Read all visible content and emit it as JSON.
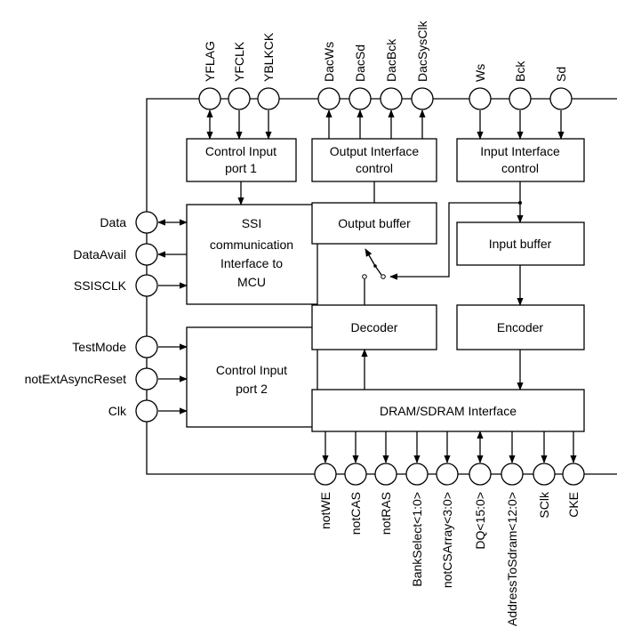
{
  "top_pins": [
    "YFLAG",
    "YFCLK",
    "YBLKCK",
    "DacWs",
    "DacSd",
    "DacBck",
    "DacSysClk",
    "Ws",
    "Bck",
    "Sd"
  ],
  "left_pins": [
    "Data",
    "DataAvail",
    "SSISCLK",
    "TestMode",
    "notExtAsyncReset",
    "Clk"
  ],
  "bottom_pins": [
    "notWE",
    "notCAS",
    "notRAS",
    "BankSelect<1:0>",
    "notCSArray<3:0>",
    "DQ<15:0>",
    "AddressToSdram<12:0>",
    "SClk",
    "CKE"
  ],
  "blocks": {
    "control_input_1": [
      "Control Input",
      "port 1"
    ],
    "output_interface": [
      "Output Interface",
      "control"
    ],
    "input_interface": [
      "Input Interface",
      "control"
    ],
    "ssi": [
      "SSI",
      "communication",
      "Interface to",
      "MCU"
    ],
    "output_buffer": "Output buffer",
    "input_buffer": "Input buffer",
    "control_input_2": [
      "Control Input",
      "port 2"
    ],
    "decoder": "Decoder",
    "encoder": "Encoder",
    "dram": "DRAM/SDRAM Interface"
  }
}
